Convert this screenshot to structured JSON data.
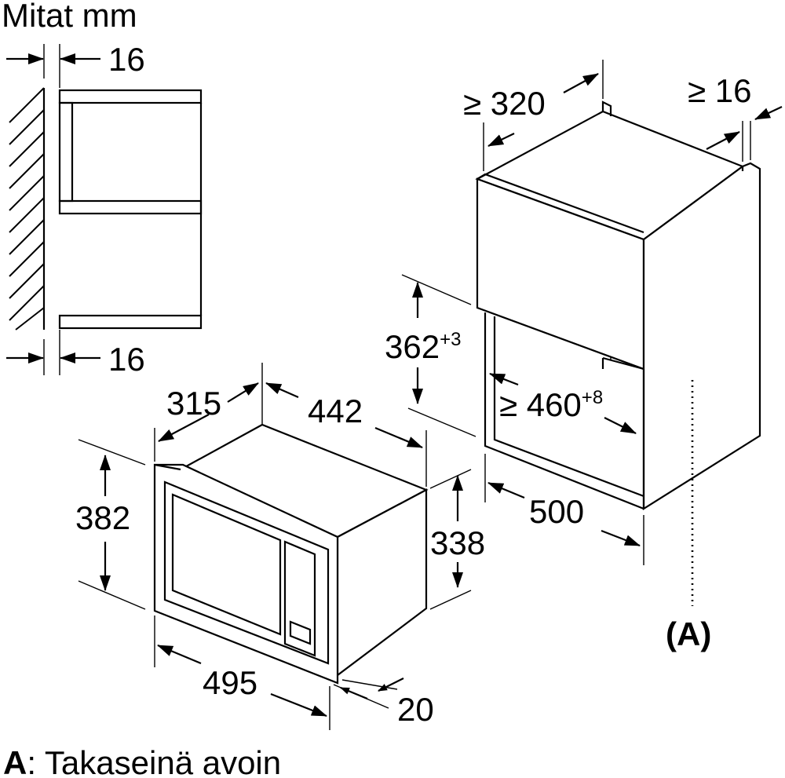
{
  "header": {
    "title": "Mitat mm"
  },
  "side_view": {
    "top_gap": "16",
    "bottom_gap": "16"
  },
  "microwave": {
    "depth": "315",
    "width": "442",
    "front_height": "382",
    "body_height": "338",
    "front_width": "495",
    "frame_depth": "20"
  },
  "cabinet": {
    "min_depth": "≥ 320",
    "min_side_gap": "≥ 16",
    "niche_height": "362",
    "niche_height_tol": "+3",
    "niche_width": "≥ 460",
    "niche_width_tol": "+8",
    "niche_depth": "500",
    "rear_marker": "(A)"
  },
  "footer": {
    "key": "A",
    "description": ": Takaseinä avoin"
  }
}
